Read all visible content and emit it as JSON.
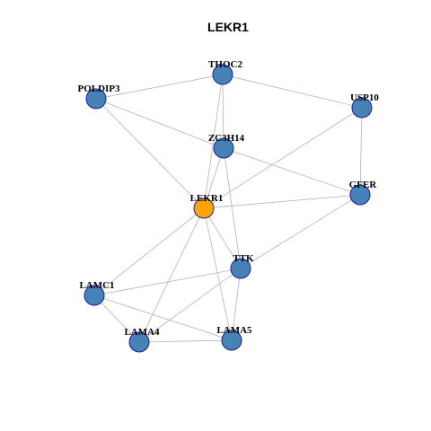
{
  "title": "LEKR1",
  "colors": {
    "node_default": "#4682B4",
    "node_focus": "#FFA500",
    "node_border": "#1a1aa6",
    "edge": "#b3b3b3"
  },
  "nodes": [
    {
      "id": "LEKR1",
      "label": "LEKR1",
      "focus": true
    },
    {
      "id": "THOC2",
      "label": "THOC2"
    },
    {
      "id": "POLDIP3",
      "label": "POLDIP3"
    },
    {
      "id": "USP10",
      "label": "USP10"
    },
    {
      "id": "ZC3H14",
      "label": "ZC3H14"
    },
    {
      "id": "GFER",
      "label": "GFER"
    },
    {
      "id": "TTK",
      "label": "TTK"
    },
    {
      "id": "LAMC1",
      "label": "LAMC1"
    },
    {
      "id": "LAMA4",
      "label": "LAMA4"
    },
    {
      "id": "LAMA5",
      "label": "LAMA5"
    }
  ],
  "edges": [
    [
      "POLDIP3",
      "THOC2"
    ],
    [
      "POLDIP3",
      "ZC3H14"
    ],
    [
      "POLDIP3",
      "LEKR1"
    ],
    [
      "THOC2",
      "USP10"
    ],
    [
      "THOC2",
      "ZC3H14"
    ],
    [
      "THOC2",
      "LEKR1"
    ],
    [
      "USP10",
      "GFER"
    ],
    [
      "USP10",
      "LEKR1"
    ],
    [
      "ZC3H14",
      "GFER"
    ],
    [
      "ZC3H14",
      "LEKR1"
    ],
    [
      "ZC3H14",
      "TTK"
    ],
    [
      "GFER",
      "LEKR1"
    ],
    [
      "GFER",
      "TTK"
    ],
    [
      "LEKR1",
      "TTK"
    ],
    [
      "LEKR1",
      "LAMC1"
    ],
    [
      "LEKR1",
      "LAMA4"
    ],
    [
      "LEKR1",
      "LAMA5"
    ],
    [
      "TTK",
      "LAMC1"
    ],
    [
      "TTK",
      "LAMA4"
    ],
    [
      "TTK",
      "LAMA5"
    ],
    [
      "LAMC1",
      "LAMA4"
    ],
    [
      "LAMC1",
      "LAMA5"
    ],
    [
      "LAMA4",
      "LAMA5"
    ]
  ]
}
